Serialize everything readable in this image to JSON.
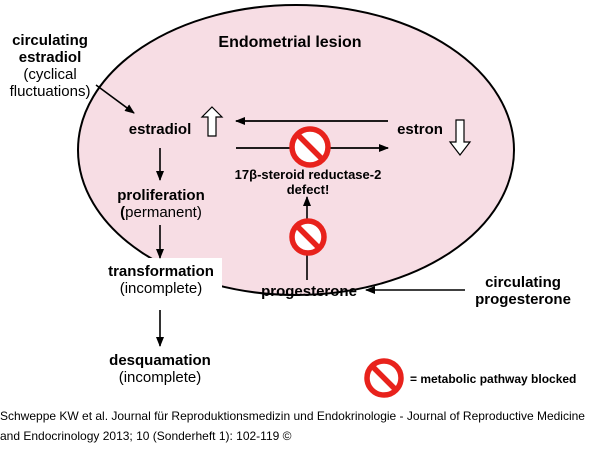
{
  "diagram": {
    "title": "Endometrial lesion",
    "circulating_estradiol": {
      "line1": "circulating",
      "line2": "estradiol",
      "line3": "(cyclical",
      "line4": "fluctuations)"
    },
    "estradiol": "estradiol",
    "estron": "estron",
    "enzyme": {
      "line1": "17β-steroid reductase-2",
      "line2": "defect!"
    },
    "proliferation": {
      "line1": "proliferation",
      "line2_prefix": "(",
      "line2_rest": "permanent)"
    },
    "transformation": {
      "line1": "transformation",
      "line2": "(incomplete)"
    },
    "desquamation": {
      "line1": "desquamation",
      "line2": "(incomplete)"
    },
    "progesterone": "progesterone",
    "circulating_progesterone": {
      "line1": "circulating",
      "line2": "progesterone"
    },
    "legend": "= metabolic pathway blocked",
    "colors": {
      "lesion_fill": "#f7dde4",
      "blocked_red": "#e8221c"
    }
  },
  "caption": {
    "line1": "Schweppe KW et al. Journal für Reproduktionsmedizin und Endokrinologie - Journal of Reproductive Medicine",
    "line2": "and Endocrinology 2013; 10 (Sonderheft 1): 102-119 ©"
  }
}
